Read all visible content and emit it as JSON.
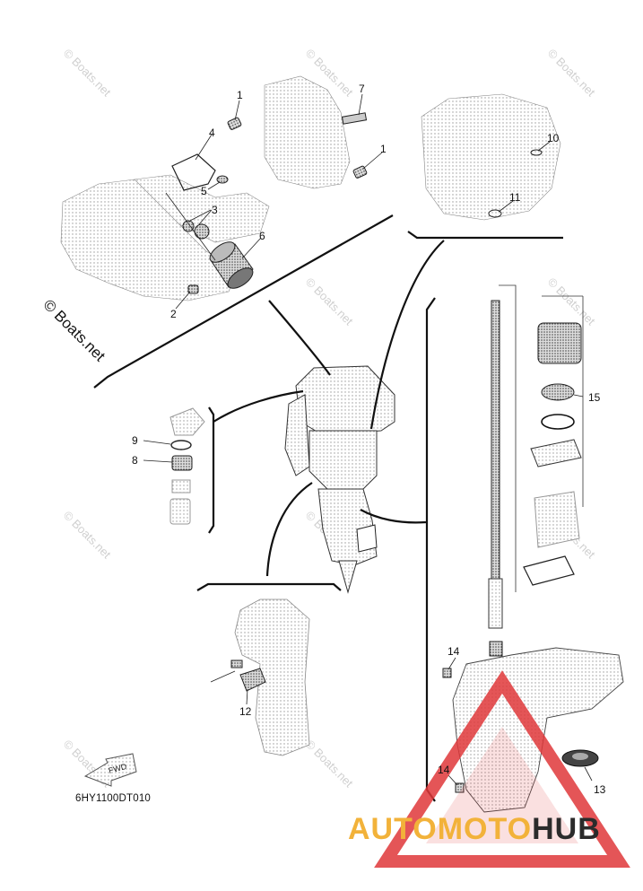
{
  "diagram": {
    "drawing_code": "6HY1100DT010",
    "copyright": "© Boats.net",
    "watermark": "© Boats.net",
    "fwd_label": "FWD",
    "brand": {
      "part1": "AUTO",
      "part2": "MOTO",
      "part3": "HUB"
    },
    "callouts": {
      "c1a": "1",
      "c7": "7",
      "c4": "4",
      "c1b": "1",
      "c10": "10",
      "c5": "5",
      "c3": "3",
      "c11": "11",
      "c6": "6",
      "c2": "2",
      "c15": "15",
      "c9": "9",
      "c8": "8",
      "c14a": "14",
      "c12": "12",
      "c14b": "14",
      "c13": "13"
    },
    "colors": {
      "brand_yellow": "#f2b23a",
      "brand_dark": "#2b2b2b",
      "warning_red": "#e0383a"
    }
  }
}
